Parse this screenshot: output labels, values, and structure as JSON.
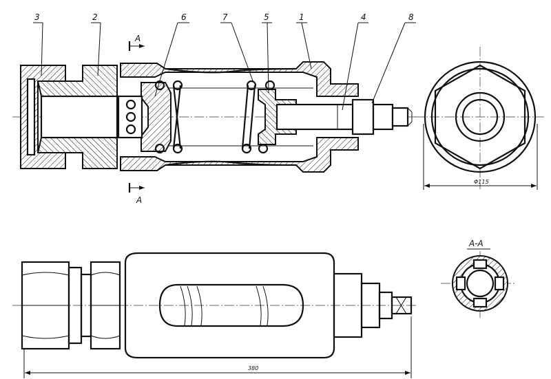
{
  "title": "",
  "labels": {
    "part_1": "1",
    "part_2": "2",
    "part_3": "3",
    "part_4": "4",
    "part_5": "5",
    "part_6": "6",
    "part_7": "7",
    "part_8": "8"
  },
  "section": {
    "marker_top": "A",
    "marker_bottom": "A",
    "view_title": "A-A"
  },
  "dimensions": {
    "diameter": "Φ115",
    "length": "380"
  }
}
